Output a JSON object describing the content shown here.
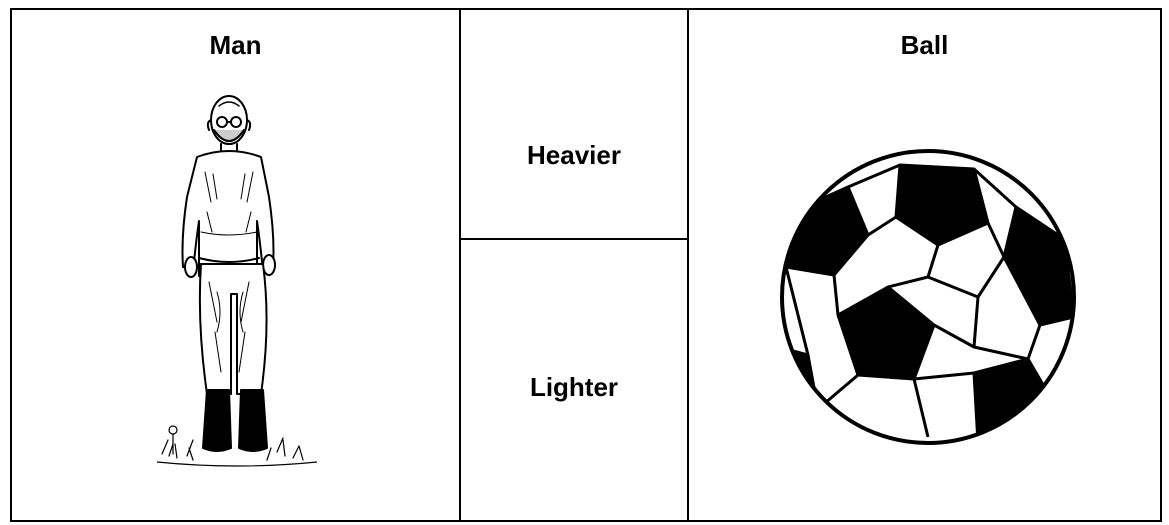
{
  "columns": {
    "left_header": "Man",
    "right_header": "Ball"
  },
  "middle": {
    "top_label": "Heavier",
    "bottom_label": "Lighter"
  },
  "images": {
    "left": "man-illustration",
    "right": "soccer-ball-illustration"
  }
}
